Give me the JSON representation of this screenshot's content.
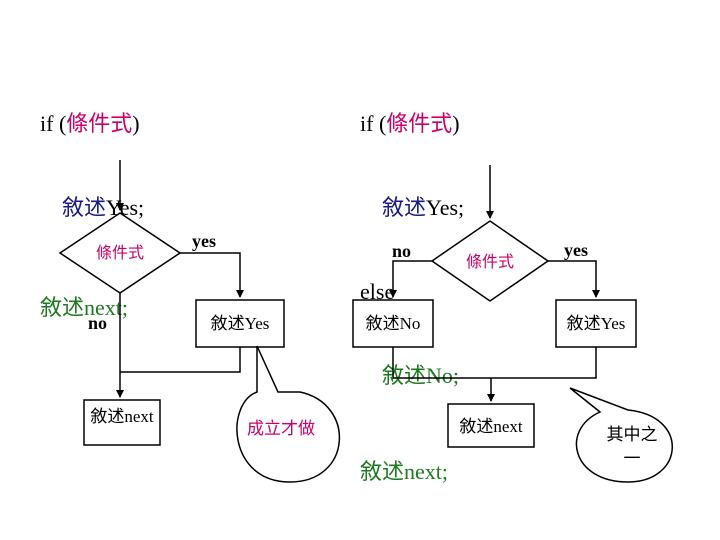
{
  "left_code": {
    "if_kw": "if (",
    "cond": "條件式",
    "close": ")",
    "stmt1_c": "敘述",
    "stmt1_e": "Yes;",
    "next_c": "敘述",
    "next_e": "next;"
  },
  "right_code": {
    "if_kw": "if (",
    "cond": "條件式",
    "close": ")",
    "stmt1_c": "敘述",
    "stmt1_e": "Yes;",
    "else_kw": "else",
    "stmt2_c": "敘述",
    "stmt2_e": "No;",
    "next_c": "敘述",
    "next_e": "next;"
  },
  "left_flow": {
    "decision": "條件式",
    "yes": "yes",
    "no": "no",
    "box_yes": "敘述Yes",
    "box_next": "敘述next",
    "callout": "成立才做"
  },
  "right_flow": {
    "decision": "條件式",
    "yes": "yes",
    "no": "no",
    "box_yes": "敘述Yes",
    "box_no": "敘述No",
    "box_next": "敘述next",
    "callout_line1": "其中之",
    "callout_line2": "一"
  }
}
